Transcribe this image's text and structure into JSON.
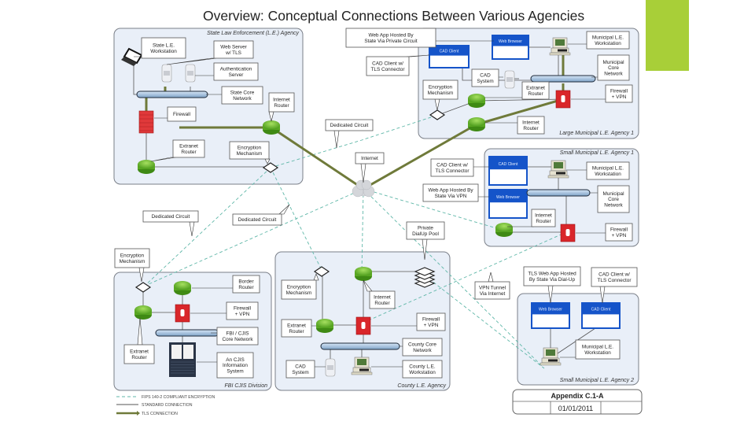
{
  "title": "Overview: Conceptual Connections Between Various Agencies",
  "colors": {
    "accent": "#a8cf38",
    "zone_fill": "#e9eff8",
    "zone_stroke": "#7a7f88",
    "router": "#6ab82a",
    "firewall": "#d9262a",
    "core_network": "#a8c4e0",
    "app_header": "#1554c9",
    "encryption_line": "#5fb7a8",
    "tls_line": "#6f7a3a",
    "standard_line": "#555555"
  },
  "zones": [
    {
      "id": "state",
      "label": "State Law Enforcement (L.E.) Agency"
    },
    {
      "id": "large1",
      "label": "Large Municipal L.E. Agency 1"
    },
    {
      "id": "small1",
      "label": "Small Municipal L.E. Agency 1"
    },
    {
      "id": "fbi",
      "label": "FBI CJIS Division"
    },
    {
      "id": "county",
      "label": "County L.E. Agency"
    },
    {
      "id": "small2",
      "label": "Small Municipal L.E. Agency 2"
    }
  ],
  "callouts": [
    {
      "id": "state-workstation",
      "lines": [
        "State L.E.",
        "Workstation"
      ]
    },
    {
      "id": "state-webserver",
      "lines": [
        "Web Server",
        "w/ TLS"
      ]
    },
    {
      "id": "state-auth",
      "lines": [
        "Authentication",
        "Server"
      ]
    },
    {
      "id": "state-core",
      "lines": [
        "State Core",
        "Network"
      ]
    },
    {
      "id": "state-internet-router",
      "lines": [
        "Internet",
        "Router"
      ]
    },
    {
      "id": "state-firewall",
      "lines": [
        "Firewall"
      ]
    },
    {
      "id": "state-extranet",
      "lines": [
        "Extranet",
        "Router"
      ]
    },
    {
      "id": "state-encryption",
      "lines": [
        "Encryption",
        "Mechanism"
      ]
    },
    {
      "id": "dedicated-1",
      "lines": [
        "Dedicated Circuit"
      ]
    },
    {
      "id": "dedicated-2",
      "lines": [
        "Dedicated Circuit"
      ]
    },
    {
      "id": "dedicated-3",
      "lines": [
        "Dedicated Circuit"
      ]
    },
    {
      "id": "internet",
      "lines": [
        "Internet"
      ]
    },
    {
      "id": "large1-webapp",
      "lines": [
        "Web App Hosted By",
        "State Via Private Circuit"
      ]
    },
    {
      "id": "large1-cadclient",
      "lines": [
        "CAD Client w/",
        "TLS Connector"
      ]
    },
    {
      "id": "large1-encryption",
      "lines": [
        "Encryption",
        "Mechanism"
      ]
    },
    {
      "id": "large1-cadsystem",
      "lines": [
        "CAD",
        "System"
      ]
    },
    {
      "id": "large1-extranet",
      "lines": [
        "Extranet",
        "Router"
      ]
    },
    {
      "id": "large1-internet-router",
      "lines": [
        "Internet",
        "Router"
      ]
    },
    {
      "id": "large1-workstation",
      "lines": [
        "Municipal L.E.",
        "Workstation"
      ]
    },
    {
      "id": "large1-core",
      "lines": [
        "Municipal",
        "Core",
        "Network"
      ]
    },
    {
      "id": "large1-firewall",
      "lines": [
        "Firewall",
        "+ VPN"
      ]
    },
    {
      "id": "small1-cadclient",
      "lines": [
        "CAD Client w/",
        "TLS Connector"
      ]
    },
    {
      "id": "small1-webapp",
      "lines": [
        "Web App Hosted By",
        "State Via VPN"
      ]
    },
    {
      "id": "small1-workstation",
      "lines": [
        "Municipal L.E.",
        "Workstation"
      ]
    },
    {
      "id": "small1-core",
      "lines": [
        "Municipal",
        "Core",
        "Network"
      ]
    },
    {
      "id": "small1-internet-router",
      "lines": [
        "Internet",
        "Router"
      ]
    },
    {
      "id": "small1-firewall",
      "lines": [
        "Firewall",
        "+ VPN"
      ]
    },
    {
      "id": "fbi-encryption",
      "lines": [
        "Encryption",
        "Mechanism"
      ]
    },
    {
      "id": "fbi-border",
      "lines": [
        "Border",
        "Router"
      ]
    },
    {
      "id": "fbi-firewall",
      "lines": [
        "Firewall",
        "+ VPN"
      ]
    },
    {
      "id": "fbi-core",
      "lines": [
        "FBI / CJIS",
        "Core Network"
      ]
    },
    {
      "id": "fbi-extranet",
      "lines": [
        "Extranet",
        "Router"
      ]
    },
    {
      "id": "fbi-cjis-system",
      "lines": [
        "An CJIS",
        "Information",
        "System"
      ]
    },
    {
      "id": "county-encryption",
      "lines": [
        "Encryption",
        "Mechanism"
      ]
    },
    {
      "id": "county-internet-router",
      "lines": [
        "Internet",
        "Router"
      ]
    },
    {
      "id": "county-dialup",
      "lines": [
        "Private",
        "DialUp Pool"
      ]
    },
    {
      "id": "county-extranet",
      "lines": [
        "Extranet",
        "Router"
      ]
    },
    {
      "id": "county-firewall",
      "lines": [
        "Firewall",
        "+ VPN"
      ]
    },
    {
      "id": "county-core",
      "lines": [
        "County Core",
        "Network"
      ]
    },
    {
      "id": "county-cadsystem",
      "lines": [
        "CAD",
        "System"
      ]
    },
    {
      "id": "county-workstation",
      "lines": [
        "County L.E.",
        "Workstation"
      ]
    },
    {
      "id": "vpn-tunnel",
      "lines": [
        "VPN Tunnel",
        "Via Internet"
      ]
    },
    {
      "id": "small2-webapp",
      "lines": [
        "TLS Web App Hosted",
        "By State Via Dial-Up"
      ]
    },
    {
      "id": "small2-cadclient",
      "lines": [
        "CAD Client w/",
        "TLS Connector"
      ]
    },
    {
      "id": "small2-workstation",
      "lines": [
        "Municipal L.E.",
        "Workstation"
      ]
    }
  ],
  "app_windows": {
    "cad_client": "CAD Client",
    "web_browser": "Web Browser"
  },
  "legend": [
    {
      "type": "encryption",
      "label": "FIPS 140-2 COMPLIANT ENCRYPTION"
    },
    {
      "type": "standard",
      "label": "STANDARD CONNECTION"
    },
    {
      "type": "tls",
      "label": "TLS CONNECTION"
    }
  ],
  "appendix": {
    "title": "Appendix C.1-A",
    "date": "01/01/2011"
  }
}
